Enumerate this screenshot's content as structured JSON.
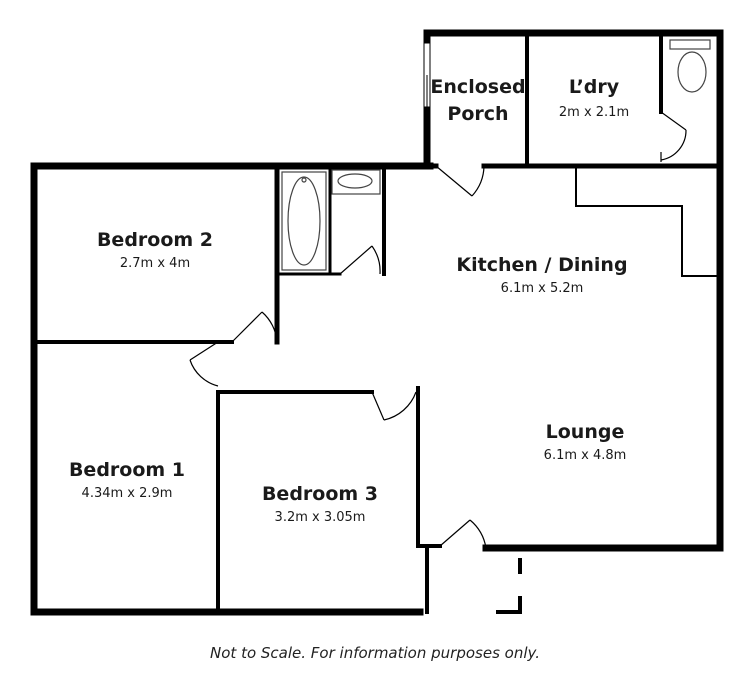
{
  "rooms": {
    "enclosed_porch": {
      "name_line1": "Enclosed",
      "name_line2": "Porch"
    },
    "laundry": {
      "name": "L’dry",
      "dims": "2m x 2.1m"
    },
    "bedroom2": {
      "name": "Bedroom 2",
      "dims": "2.7m x 4m"
    },
    "kitchen_dining": {
      "name": "Kitchen / Dining",
      "dims": "6.1m x 5.2m"
    },
    "bedroom1": {
      "name": "Bedroom 1",
      "dims": "4.34m x 2.9m"
    },
    "bedroom3": {
      "name": "Bedroom 3",
      "dims": "3.2m x 3.05m"
    },
    "lounge": {
      "name": "Lounge",
      "dims": "6.1m x 4.8m"
    }
  },
  "footer": {
    "disclaimer": "Not to Scale.  For information purposes only."
  },
  "colors": {
    "wall": "#000000",
    "background": "#ffffff",
    "fixture": "#555555"
  }
}
